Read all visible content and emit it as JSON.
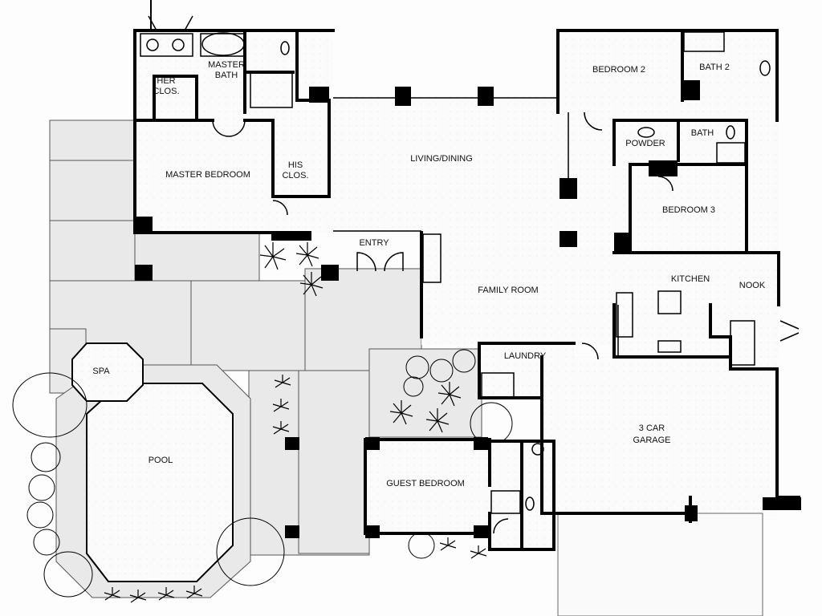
{
  "plan": {
    "rooms": {
      "master_bath": [
        "MASTER",
        "BATH"
      ],
      "her_closet": [
        "HER",
        "CLOS."
      ],
      "master_bedroom": "MASTER BEDROOM",
      "his_closet": [
        "HIS",
        "CLOS."
      ],
      "living_dining": "LIVING/DINING",
      "entry": "ENTRY",
      "bedroom2": "BEDROOM 2",
      "bath2": "BATH 2",
      "powder": "POWDER",
      "bath": "BATH",
      "bedroom3": "BEDROOM 3",
      "kitchen": "KITCHEN",
      "nook": "NOOK",
      "family_room": "FAMILY ROOM",
      "laundry": "LAUNDRY",
      "garage": [
        "3 CAR",
        "GARAGE"
      ],
      "spa": "SPA",
      "pool": "POOL",
      "guest_bedroom": "GUEST BEDROOM"
    }
  }
}
